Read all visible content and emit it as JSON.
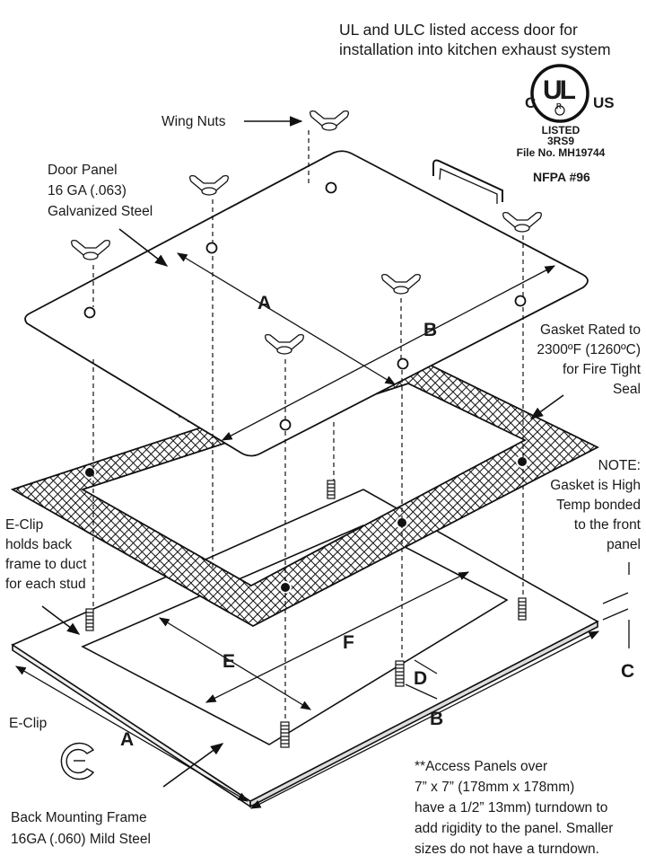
{
  "header": {
    "line1": "UL and ULC listed access door for",
    "line2": "installation into kitchen exhaust system"
  },
  "certification": {
    "c_mark": "C",
    "ul_mark": "UL",
    "r_mark": "R",
    "us_mark": "US",
    "listed": "LISTED",
    "code": "3RS9",
    "file_no": "File No. MH19744",
    "nfpa": "NFPA #96"
  },
  "labels": {
    "wing_nuts": "Wing Nuts",
    "door_panel": [
      "Door Panel",
      "16 GA (.063)",
      "Galvanized Steel"
    ],
    "gasket": [
      "Gasket Rated to",
      "2300ºF (1260ºC)",
      "for Fire Tight",
      "Seal"
    ],
    "note": [
      "NOTE:",
      "Gasket is High",
      "Temp bonded",
      "to the front",
      "panel"
    ],
    "eclip_top": [
      "E-Clip",
      "holds back",
      "frame to duct",
      "for each stud"
    ],
    "eclip_bottom": "E-Clip",
    "back_frame": [
      "Back Mounting Frame",
      "16GA (.060) Mild Steel"
    ],
    "footnote": [
      "**Access Panels over",
      "7” x 7” (178mm x 178mm)",
      "have a 1/2” 13mm) turndown to",
      "add rigidity to the panel. Smaller",
      "sizes do not have a turndown."
    ]
  },
  "dimensions": {
    "door_a": "A",
    "door_b": "B",
    "frame_a": "A",
    "frame_b": "B",
    "c": "C",
    "d": "D",
    "e": "E",
    "f": "F"
  }
}
